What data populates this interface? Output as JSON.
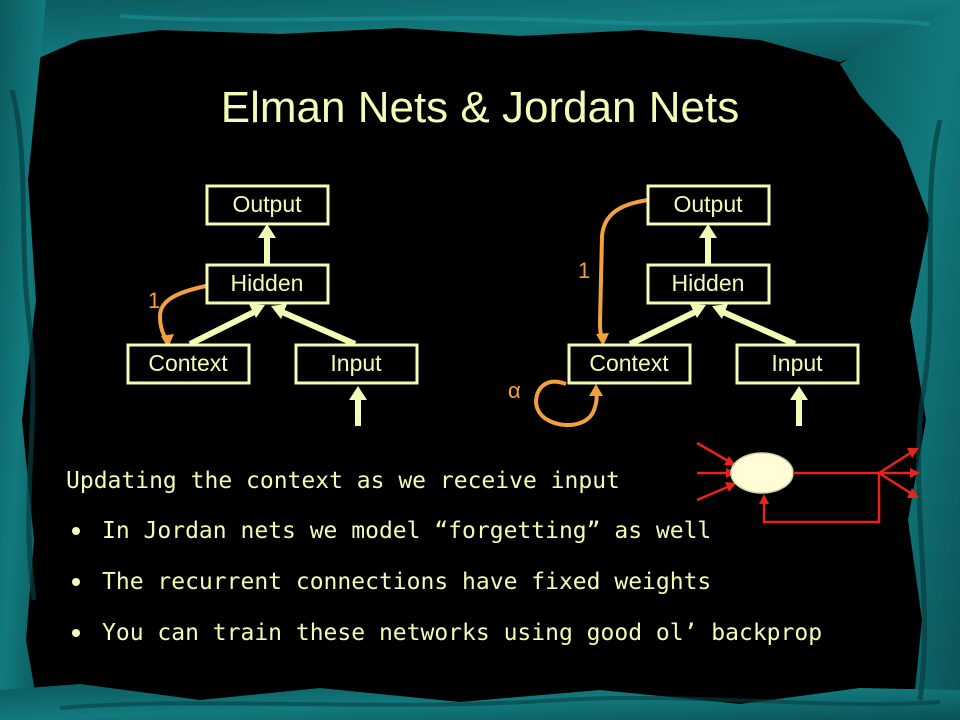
{
  "slide": {
    "title": "Elman Nets & Jordan Nets"
  },
  "elman": {
    "output_label": "Output",
    "hidden_label": "Hidden",
    "context_label": "Context",
    "input_label": "Input",
    "recurrent_weight": "1"
  },
  "jordan": {
    "output_label": "Output",
    "hidden_label": "Hidden",
    "context_label": "Context",
    "input_label": "Input",
    "recurrent_weight": "1",
    "self_loop_weight": "α"
  },
  "text": {
    "lead": "Updating the context as we receive input",
    "bullets": [
      "In Jordan nets we model “forgetting” as well",
      "The recurrent connections have fixed weights",
      "You can train these networks using good ol’ backprop"
    ]
  },
  "colors": {
    "background": "#000000",
    "frame": "#0e6f73",
    "text": "#f2fcb4",
    "recurrent": "#f2a13e",
    "neuron_lines": "#e8231c"
  }
}
